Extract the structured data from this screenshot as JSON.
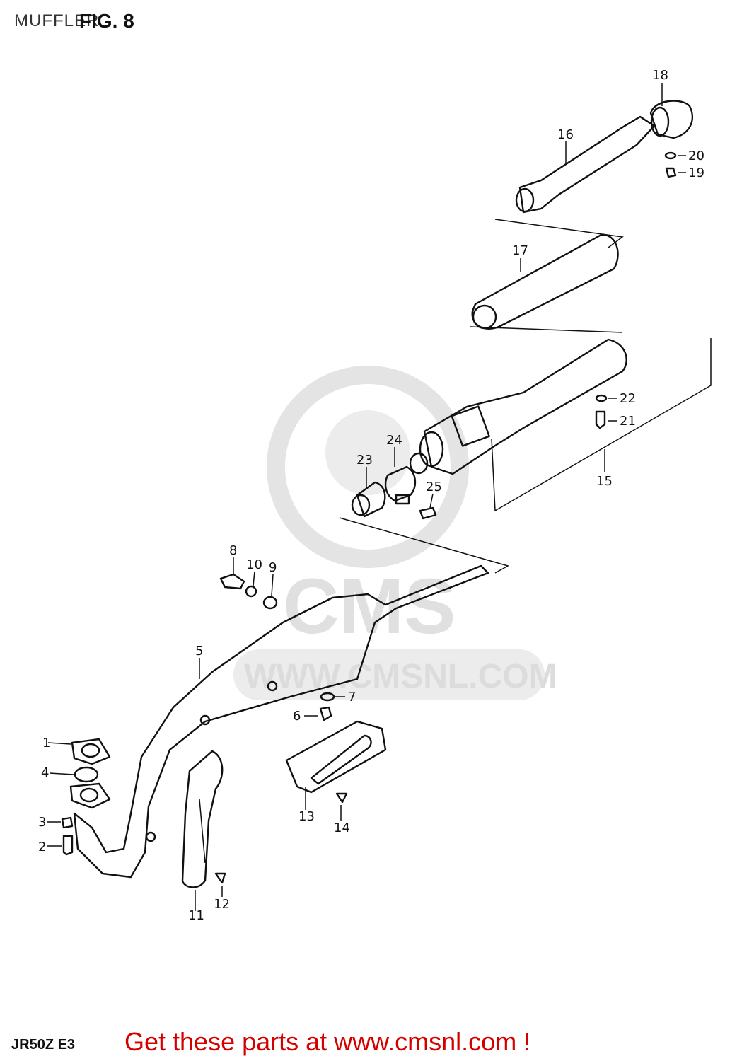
{
  "header": {
    "title": "MUFFLER",
    "fig": "FIG. 8"
  },
  "footer": {
    "model": "JR50Z E3",
    "cta": "Get these parts at www.cmsnl.com !"
  },
  "watermark": {
    "logo": "CMS",
    "url": "WWW.CMSNL.COM"
  },
  "callouts": {
    "p1": "1",
    "p2": "2",
    "p3": "3",
    "p4": "4",
    "p5": "5",
    "p6": "6",
    "p7": "7",
    "p8": "8",
    "p9": "9",
    "p10": "10",
    "p11": "11",
    "p12": "12",
    "p13": "13",
    "p14": "14",
    "p15": "15",
    "p16": "16",
    "p17": "17",
    "p18": "18",
    "p19": "19",
    "p20": "20",
    "p21": "21",
    "p22": "22",
    "p23": "23",
    "p24": "24",
    "p25": "25"
  },
  "colors": {
    "cta": "#d40000",
    "watermark": "#dcdcdc",
    "lineart": "#111111"
  }
}
